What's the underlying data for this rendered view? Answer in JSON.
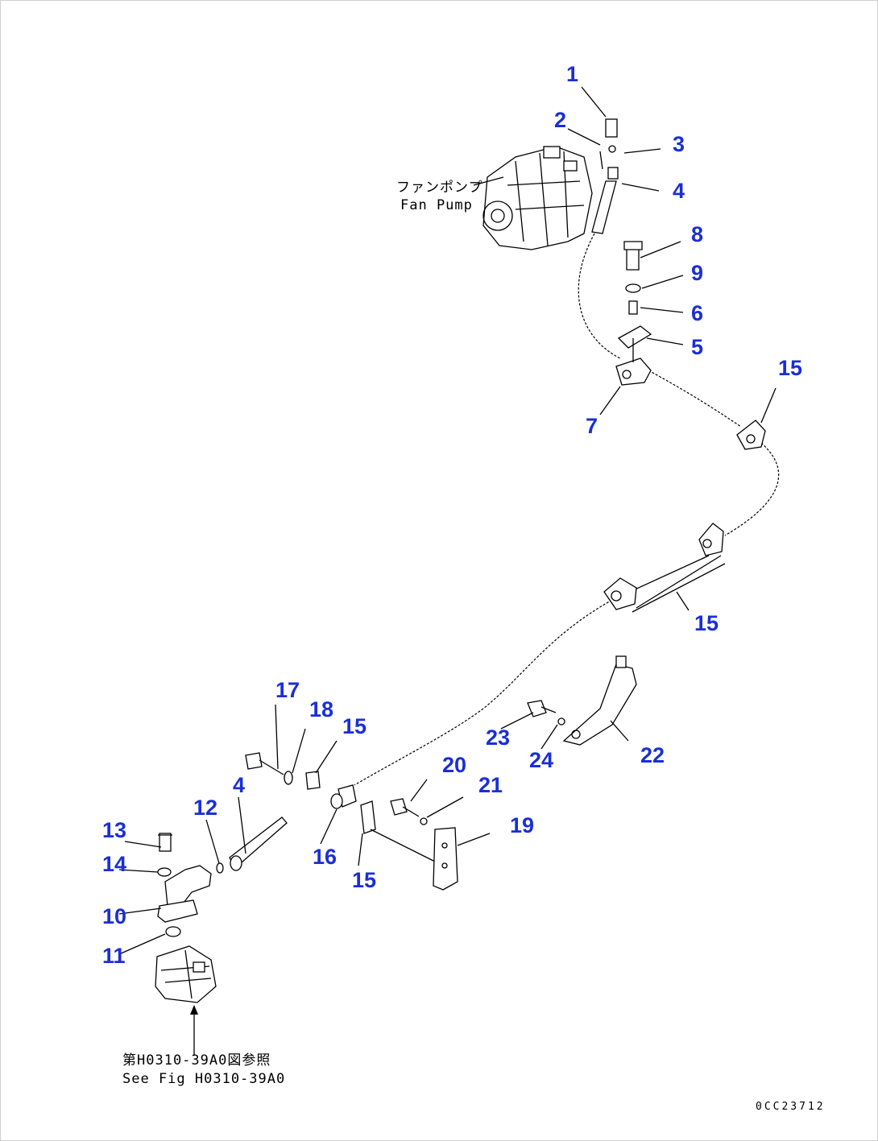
{
  "labels": {
    "fan_pump_jp": "ファンポンプ",
    "fan_pump_en": "Fan Pump",
    "ref_jp": "第H0310-39A0図参照",
    "ref_en": "See Fig H0310-39A0",
    "drawing_code": "0CC23712"
  },
  "callouts": [
    {
      "n": "1"
    },
    {
      "n": "2"
    },
    {
      "n": "3"
    },
    {
      "n": "4"
    },
    {
      "n": "8"
    },
    {
      "n": "9"
    },
    {
      "n": "6"
    },
    {
      "n": "5"
    },
    {
      "n": "7"
    },
    {
      "n": "15"
    },
    {
      "n": "15"
    },
    {
      "n": "17"
    },
    {
      "n": "18"
    },
    {
      "n": "15"
    },
    {
      "n": "23"
    },
    {
      "n": "24"
    },
    {
      "n": "22"
    },
    {
      "n": "4"
    },
    {
      "n": "12"
    },
    {
      "n": "20"
    },
    {
      "n": "21"
    },
    {
      "n": "19"
    },
    {
      "n": "13"
    },
    {
      "n": "14"
    },
    {
      "n": "16"
    },
    {
      "n": "15"
    },
    {
      "n": "10"
    },
    {
      "n": "11"
    }
  ],
  "colors": {
    "callout": "#1a2fd6",
    "line": "#000000"
  }
}
